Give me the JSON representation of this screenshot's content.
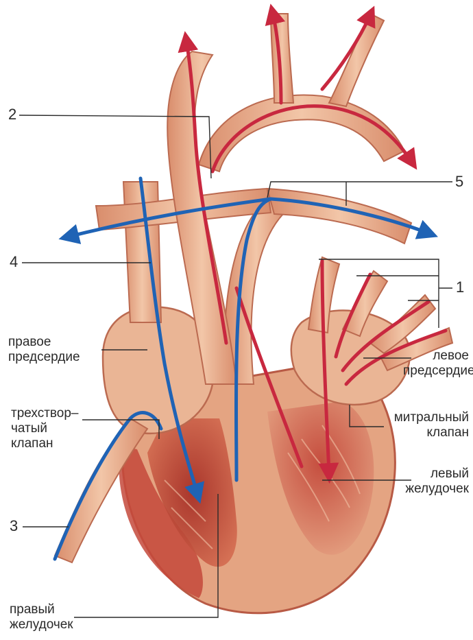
{
  "labels": {
    "n2": "2",
    "n5": "5",
    "n4": "4",
    "n1": "1",
    "n3": "3",
    "right_atrium": [
      "правое",
      "предсердие"
    ],
    "left_atrium": [
      "левое",
      "предсердие"
    ],
    "tricuspid_valve": [
      "трехствор–",
      "чатый",
      "клапан"
    ],
    "mitral_valve": [
      "митральный",
      "клапан"
    ],
    "left_ventricle": [
      "левый",
      "желудочек"
    ],
    "right_ventricle": [
      "правый",
      "желудочек"
    ]
  },
  "colors": {
    "arterial_blood": "#c8283f",
    "venous_blood": "#1f63b5",
    "tissue": "#e9b08f",
    "tissue_dark": "#b94a3a",
    "muscle": "#b8322c",
    "leader_line": "#2a2a2a"
  }
}
